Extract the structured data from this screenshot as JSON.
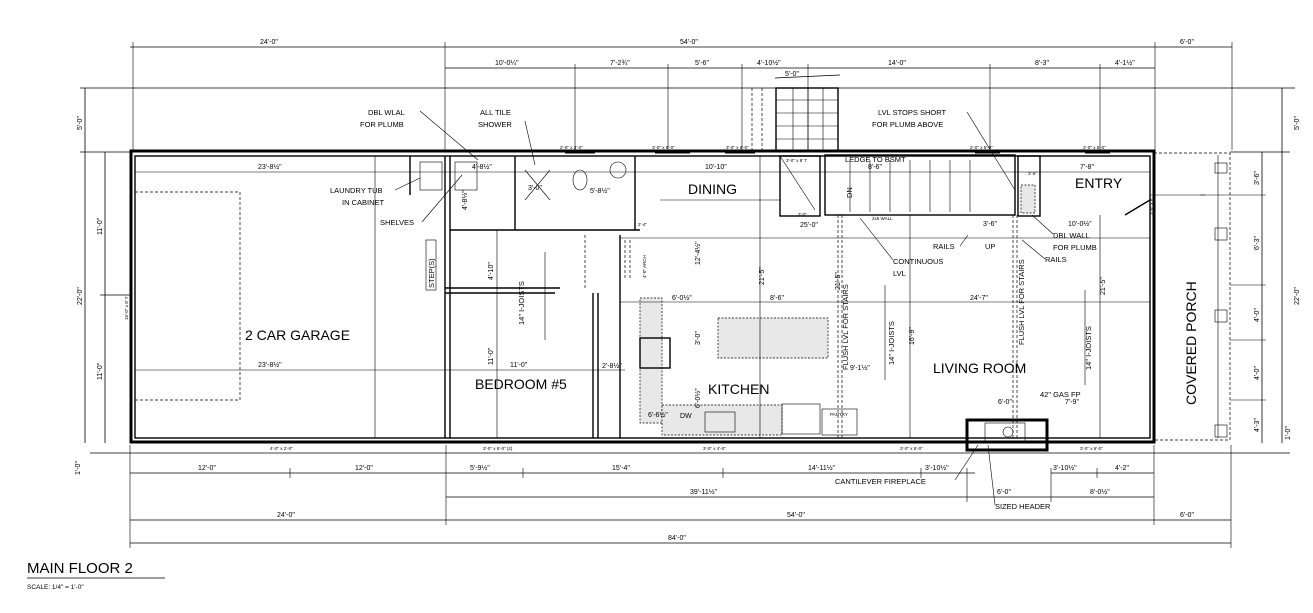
{
  "title": "MAIN FLOOR 2",
  "scale": "SCALE: 1/4\" = 1'-0\"",
  "rooms": {
    "garage": "2 CAR GARAGE",
    "bedroom": "BEDROOM #5",
    "kitchen": "KITCHEN",
    "dining": "DINING",
    "living": "LIVING ROOM",
    "entry": "ENTRY",
    "porch": "COVERED PORCH"
  },
  "top_dims": {
    "overall": [
      "24'-0\"",
      "54'-0\"",
      "6'-0\""
    ],
    "segments": [
      "10'-0¼\"",
      "7'-2¾\"",
      "5'-6\"",
      "4'-10½\"",
      "14'-0\"",
      "8'-3\"",
      "4'-1½\""
    ],
    "bay": "5'-0\""
  },
  "bottom_dims": {
    "row1": [
      "12'-0\"",
      "12'-0\"",
      "5'-9½\"",
      "15'-4\"",
      "14'-11½\"",
      "3'-10½\"",
      "3'-10½\"",
      "4'-2\""
    ],
    "row2": [
      "39'-11½\"",
      "6'-0\"",
      "8'-0½\""
    ],
    "row3": [
      "24'-0\"",
      "54'-0\"",
      "6'-0\""
    ],
    "overall": "84'-0\""
  },
  "side_dims": {
    "left": [
      "5'-0\"",
      "22'-0\"",
      "11'-0\"",
      "11'-0\"",
      "1'-0\""
    ],
    "right": [
      "5'-0\"",
      "22'-0\"",
      "3'-6\"",
      "6'-3\"",
      "4'-0\"",
      "4'-0\"",
      "4'-3\"",
      "1'-0\""
    ]
  },
  "interior_dims": [
    "23'-8½\"",
    "23'-8½\"",
    "4'-8½\"",
    "4'-8½\"",
    "3'-0\"",
    "5'-8½\"",
    "10'-10\"",
    "12'-4½\"",
    "21'-5\"",
    "6'-0½\"",
    "8'-6\"",
    "3'-0\"",
    "24'-7\"",
    "16'-9\"",
    "21'-5\"",
    "11'-0\"",
    "11'-0\"",
    "4'-10\"",
    "2'-8½\"",
    "6'-6½\"",
    "6'-0½\"",
    "7'-8\"",
    "10'-0½\"",
    "25'-0\"",
    "6'-0\"",
    "7'-9\"",
    "3'-6\"",
    "9'-1½\"",
    "21'-5\"",
    "2'-4\"",
    "3'-0\"",
    "8'-6\"",
    "3'-6\""
  ],
  "windows_top": [
    "2'-0\" x 3'-0\"",
    "3'-0\" x 6'-0\"",
    "3'-0\" x 6'-0\"",
    "2'-0\" x 5'-0\"",
    "2'-0\" x 5'-0\""
  ],
  "windows_bottom": [
    "4'-0\" x 2'-0\"",
    "3'-0\" x 6'-0\" (2)",
    "3'-0\" x 4'-0\"",
    "3'-0\" x 6'-0\"",
    "3'-0\" x 6'-0\""
  ],
  "notes": {
    "dbl_wlal": [
      "DBL WLAL",
      "FOR PLUMB"
    ],
    "all_tile": [
      "ALL TILE",
      "SHOWER"
    ],
    "laundry": [
      "LAUNDRY TUB",
      "IN CABINET"
    ],
    "shelves": "SHELVES",
    "lvl_stops": [
      "LVL STOPS SHORT",
      "FOR PLUMB ABOVE"
    ],
    "ledge": "LEDGE TO BSMT",
    "dbl_wall": [
      "DBL WALL",
      "FOR PLUMB"
    ],
    "rails": "RAILS",
    "rails2": "RAILS",
    "up": "UP",
    "dn": "DN",
    "continuous": [
      "CONTINUOUS",
      "LVL"
    ],
    "wall2x6": "2x6 WALL",
    "flush_lvl": "FLUSH LVL FOR STAIRS",
    "flush_lvl2": "FLUSH LVL FOR STAIRS",
    "joists": "14\" I-JOISTS",
    "arch": "4'-0\" ARCH",
    "steps": "STEP(S)",
    "gas_fp": "42\" GAS FP",
    "cantilever": "CANTILEVER FIREPLACE",
    "sized_header": "SIZED HEADER",
    "dw": "DW",
    "pantry": "PANTRY",
    "garage_door": "16'-0\" x 8' T",
    "porch_door": "3'-0\" x 8'",
    "entry_door": "3'-0\" x 8' T"
  }
}
